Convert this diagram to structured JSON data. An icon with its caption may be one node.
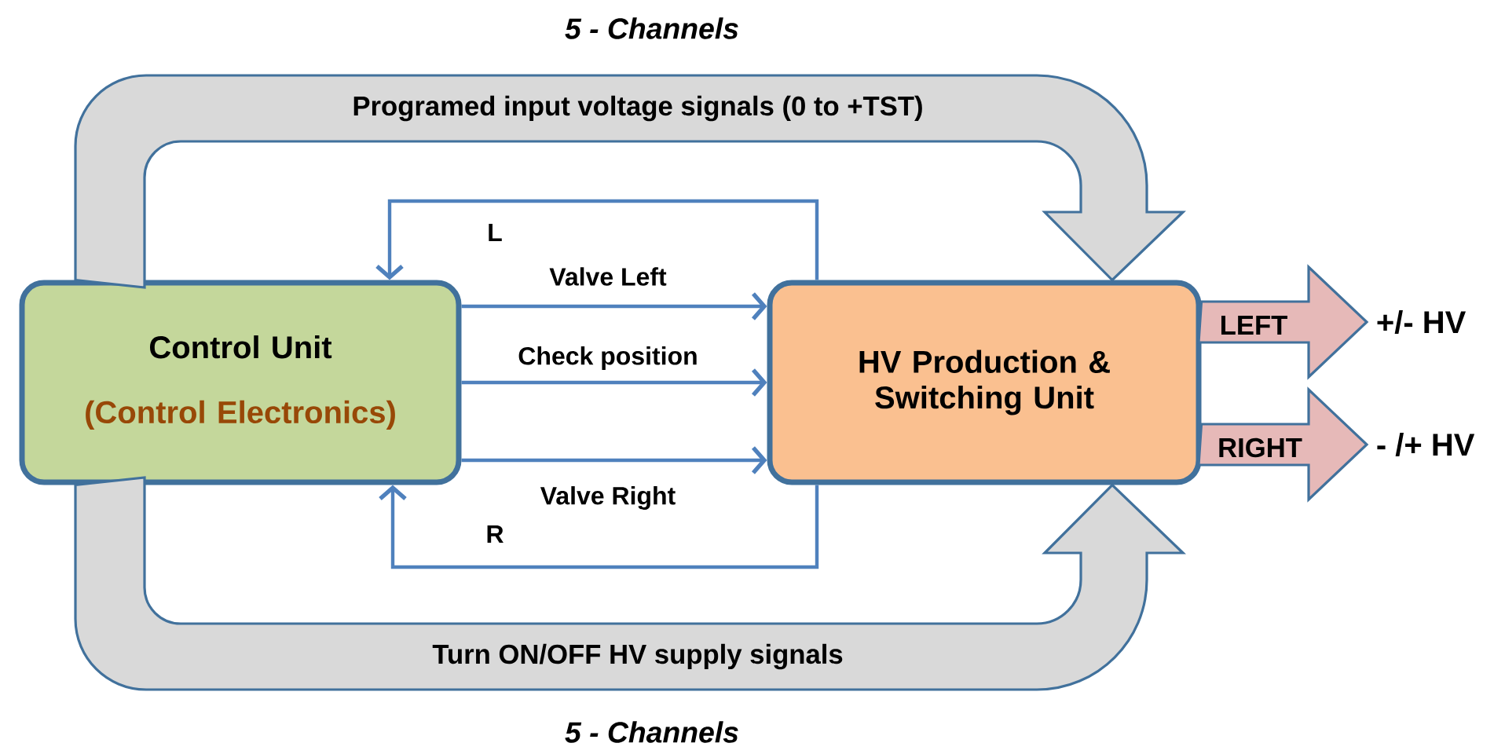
{
  "diagram": {
    "nodes": [
      {
        "text": [
          "Control Unit",
          "(Control Electronics)"
        ]
      },
      {
        "text": [
          "HV Production & Switching Unit"
        ]
      },
      {
        "text": [
          "+/- HV"
        ]
      },
      {
        "text": [
          "- /+ HV"
        ]
      }
    ],
    "edges": [
      {
        "from": 0,
        "to": 1,
        "arrow": "to",
        "label": "Programed input voltage signals (0 to +TST)",
        "style": "thick",
        "color": "#d9d9d9"
      },
      {
        "from": 1,
        "to": 0,
        "arrow": "to",
        "label": "L"
      },
      {
        "from": 0,
        "to": 1,
        "arrow": "to",
        "label": "Valve Left"
      },
      {
        "from": 0,
        "to": 1,
        "arrow": "to",
        "label": "Check position"
      },
      {
        "from": 0,
        "to": 1,
        "arrow": "to",
        "label": "Valve Right"
      },
      {
        "from": 1,
        "to": 0,
        "arrow": "to",
        "label": "R"
      },
      {
        "from": 0,
        "to": 1,
        "arrow": "to",
        "label": "Turn ON/OFF HV supply signals",
        "style": "thick",
        "color": "#d9d9d9"
      },
      {
        "from": 1,
        "to": 2,
        "arrow": "to",
        "label": "LEFT",
        "style": "thick",
        "color": "#e6b9b8"
      },
      {
        "from": 1,
        "to": 3,
        "arrow": "to",
        "label": "RIGHT",
        "style": "thick",
        "color": "#e6b9b8"
      }
    ],
    "labels": [
      "5 - Channels",
      "5 - Channels"
    ]
  }
}
